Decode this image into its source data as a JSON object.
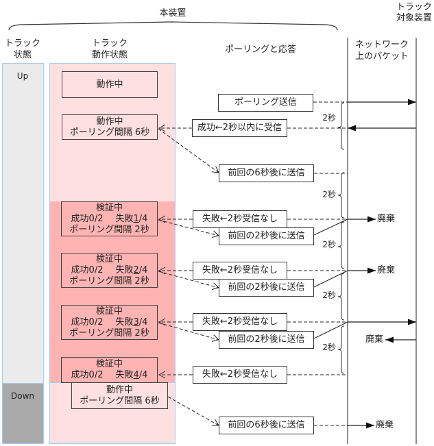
{
  "header": {
    "device_group_label": "本装置",
    "target_device": {
      "line1": "トラック",
      "line2": "対象装置"
    },
    "columns": {
      "track_state": {
        "line1": "トラック",
        "line2": "状態"
      },
      "track_operation_state": {
        "line1": "トラック",
        "line2": "動作状態"
      },
      "polling_and_response": "ポーリングと応答",
      "network_packets": {
        "line1": "ネットワーク",
        "line2": "上のパケット"
      }
    }
  },
  "track_state": {
    "up": "Up",
    "down": "Down"
  },
  "operation_states": [
    {
      "title": "動作中"
    },
    {
      "title": "動作中",
      "interval": "ポーリング間隔 6秒"
    },
    {
      "title": "検証中",
      "success": "成功0/2",
      "fail_label": "失敗",
      "fail_count": "1",
      "fail_total": "/4",
      "interval": "ポーリング間隔 2秒"
    },
    {
      "title": "検証中",
      "success": "成功0/2",
      "fail_label": "失敗",
      "fail_count": "2",
      "fail_total": "/4",
      "interval": "ポーリング間隔 2秒"
    },
    {
      "title": "検証中",
      "success": "成功0/2",
      "fail_label": "失敗",
      "fail_count": "3",
      "fail_total": "/4",
      "interval": "ポーリング間隔 2秒"
    },
    {
      "title": "検証中",
      "success": "成功0/2",
      "fail_label": "失敗",
      "fail_count": "4",
      "fail_total": "/4"
    },
    {
      "title": "動作中",
      "interval": "ポーリング間隔 6秒"
    }
  ],
  "polling_events": [
    {
      "label": "ポーリング送信"
    },
    {
      "label": "成功←2秒以内に受信"
    },
    {
      "label": "前回の6秒後に送信"
    },
    {
      "label": "失敗←2秒受信なし"
    },
    {
      "label": "前回の2秒後に送信"
    },
    {
      "label": "失敗←2秒受信なし"
    },
    {
      "label": "前回の2秒後に送信"
    },
    {
      "label": "失敗←2秒受信なし"
    },
    {
      "label": "前回の2秒後に送信"
    },
    {
      "label": "失敗←2秒受信なし"
    },
    {
      "label": "前回の6秒後に送信"
    }
  ],
  "timeouts": [
    "2秒",
    "2秒",
    "2秒",
    "2秒",
    "2秒"
  ],
  "network_packets": {
    "discards": [
      "廃棄",
      "廃棄",
      "廃棄",
      "廃棄"
    ]
  },
  "colors": {
    "up_state": "#ebebeb",
    "down_state": "#aaaaaa",
    "normal_operation": "#ffe0e0",
    "verifying": "#ffb4b4",
    "column_border": "#aaccee"
  }
}
